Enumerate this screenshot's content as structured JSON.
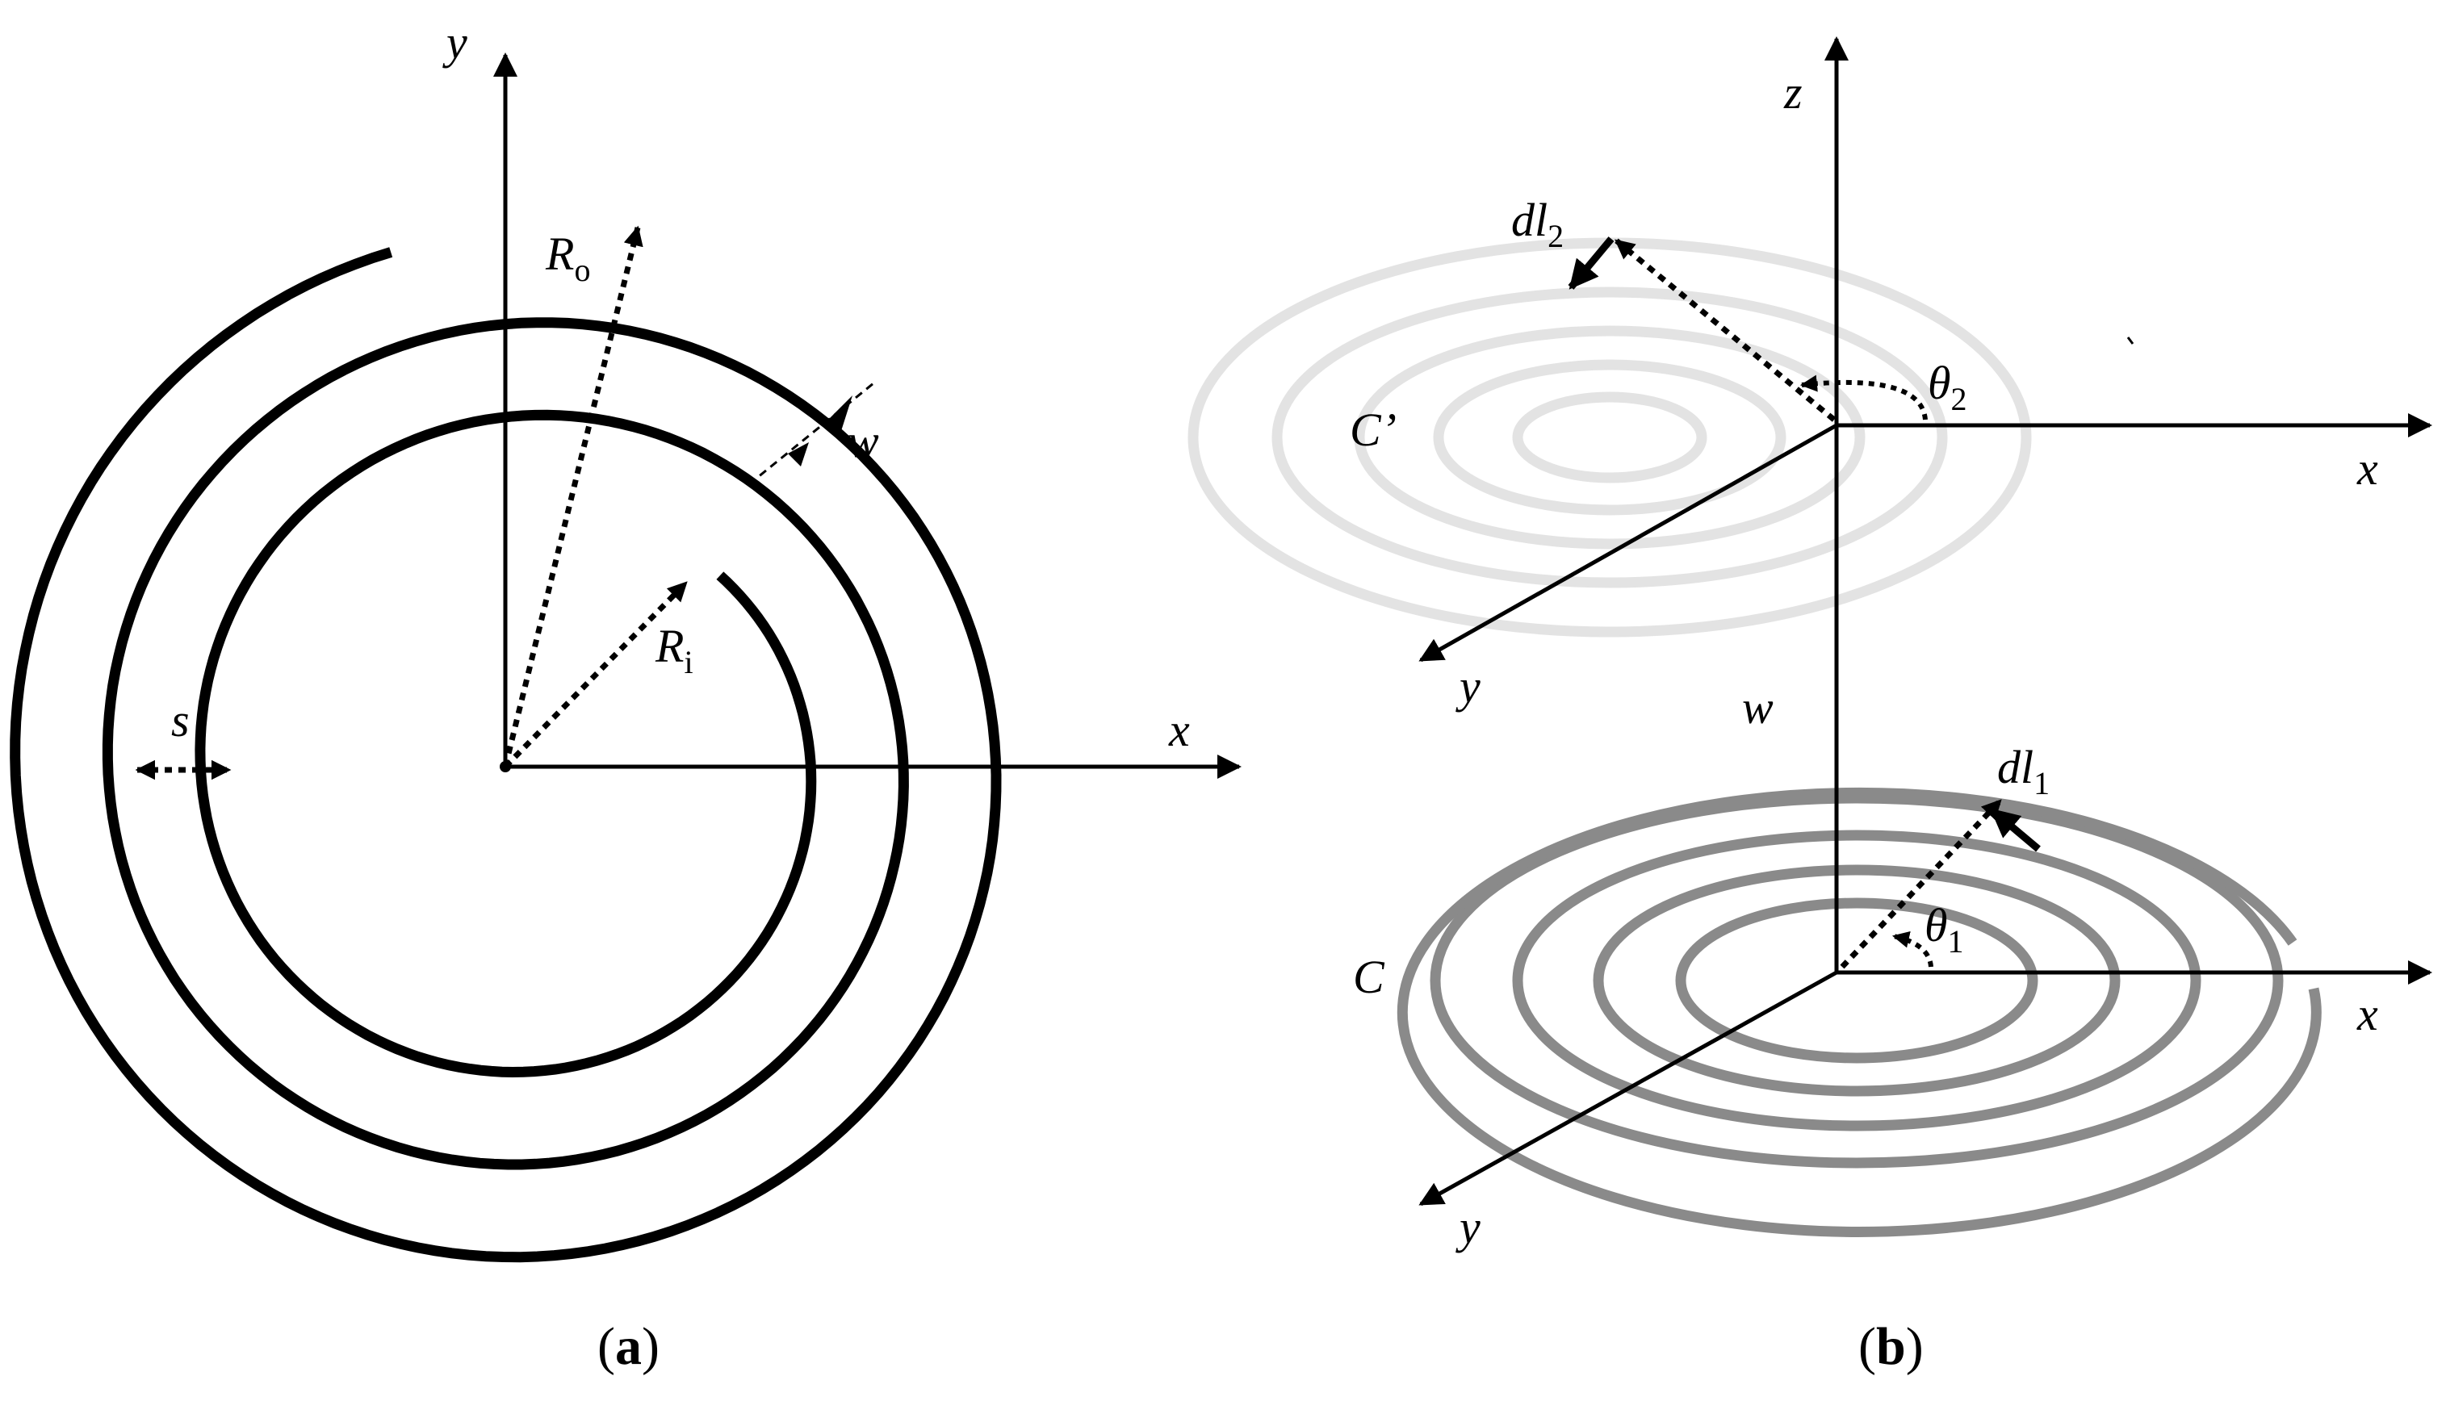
{
  "panel_a": {
    "label_y": "y",
    "label_x": "x",
    "label_Ro_main": "R",
    "label_Ro_sub": "o",
    "label_Ri_main": "R",
    "label_Ri_sub": "i",
    "label_w": "w",
    "label_s": "s",
    "caption_open": "(",
    "caption_letter": "a",
    "caption_close": ")",
    "spiral_color": "#000000"
  },
  "panel_b": {
    "label_z": "z",
    "upper_x": "x",
    "upper_y": "y",
    "lower_x": "x",
    "lower_y": "y",
    "label_dl2_main": "dl",
    "label_dl2_sub": "2",
    "label_dl1_main": "dl",
    "label_dl1_sub": "1",
    "label_theta2_main": "θ",
    "label_theta2_sub": "2",
    "label_theta1_main": "θ",
    "label_theta1_sub": "1",
    "label_Cprime": "C’",
    "label_C": "C",
    "label_w": "w",
    "caption_open": "(",
    "caption_letter": "b",
    "caption_close": ")",
    "upper_coil_color": "#e3e3e3",
    "lower_coil_color": "#8a8a8a"
  }
}
